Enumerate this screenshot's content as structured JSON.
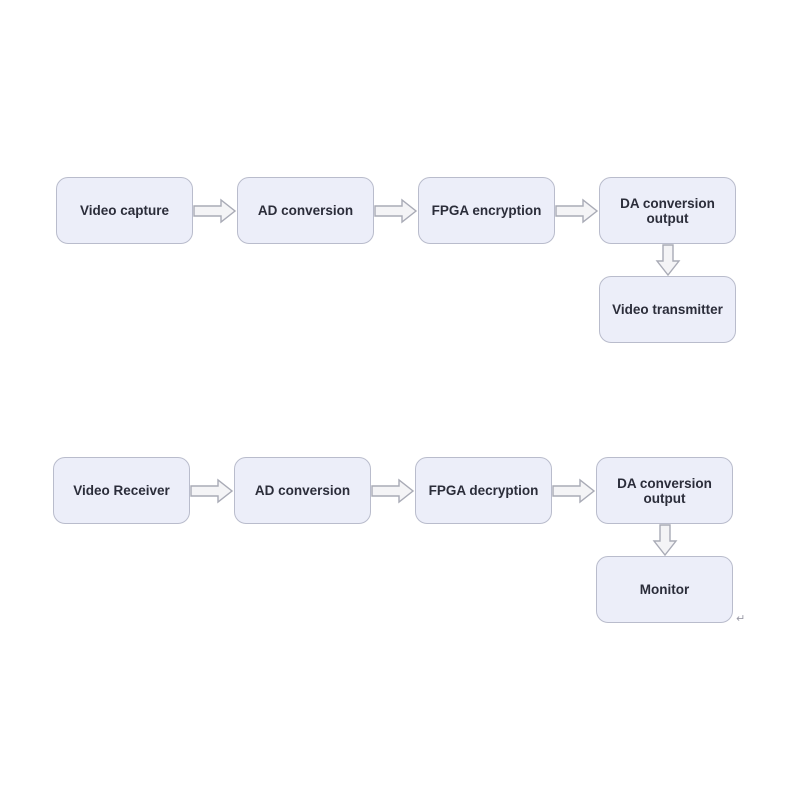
{
  "transmitter_row": {
    "video_capture": "Video capture",
    "ad_conversion": "AD conversion",
    "fpga_encryption": "FPGA encryption",
    "da_conversion_output": "DA conversion output",
    "video_transmitter": "Video transmitter"
  },
  "receiver_row": {
    "video_receiver": "Video Receiver",
    "ad_conversion": "AD conversion",
    "fpga_decryption": "FPGA decryption",
    "da_conversion_output": "DA conversion output",
    "monitor": "Monitor"
  },
  "return_mark": "↵",
  "colors": {
    "box_fill": "#eceef9",
    "box_border": "#b9bccc",
    "arrow_fill": "#f4f4f6",
    "arrow_stroke": "#a9abb6",
    "text": "#2b2d3a"
  }
}
